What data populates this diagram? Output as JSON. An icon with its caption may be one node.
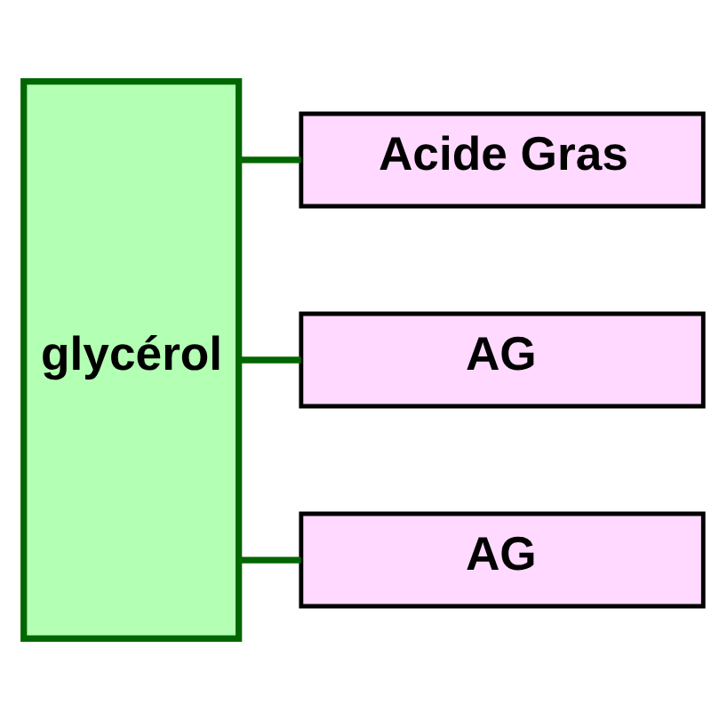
{
  "diagram": {
    "nodes": [
      {
        "text": [
          "glycérol"
        ]
      },
      {
        "text": [
          "Acide Gras"
        ]
      },
      {
        "text": [
          "AG"
        ]
      },
      {
        "text": [
          "AG"
        ]
      }
    ],
    "edges": [
      {
        "from": 0,
        "to": 1,
        "arrow": "none"
      },
      {
        "from": 0,
        "to": 2,
        "arrow": "none"
      },
      {
        "from": 0,
        "to": 3,
        "arrow": "none"
      }
    ]
  }
}
